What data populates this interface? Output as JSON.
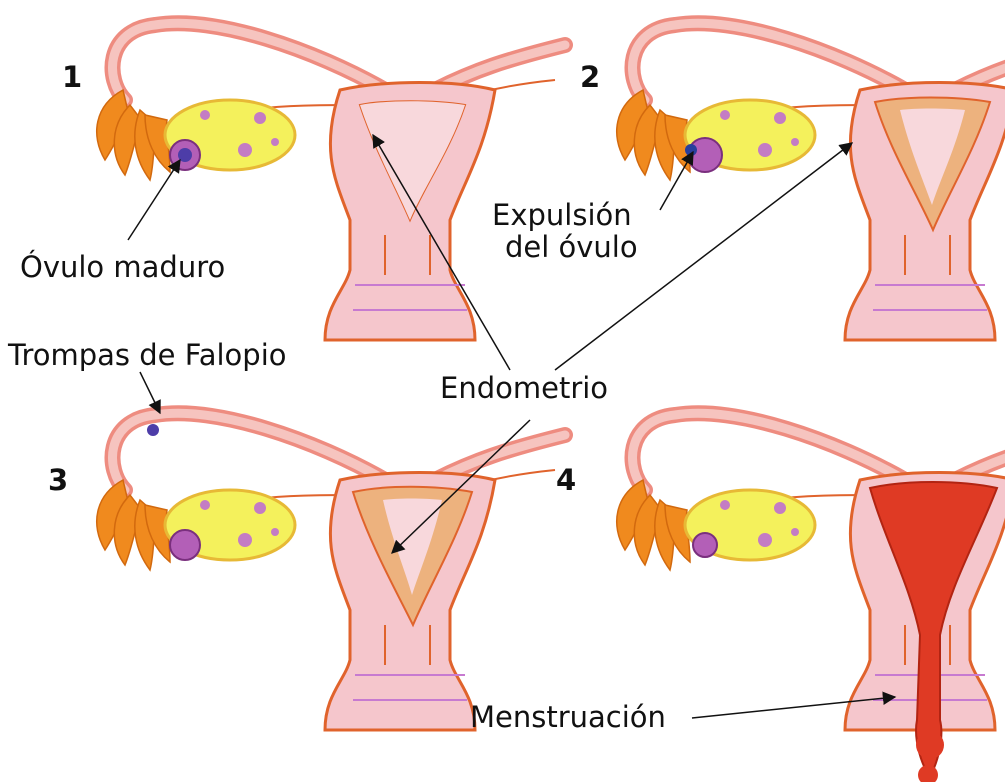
{
  "colors": {
    "tube": "#ee8c80",
    "tube_fill": "#f6c4bf",
    "uterus_outline": "#e0632c",
    "uterus_fill": "#f5c6cc",
    "endometrium": "#edb27e",
    "ovary": "#f4f15c",
    "ovary_outline": "#e7b936",
    "follicle": "#c47cc4",
    "fimbriae": "#f08a1e",
    "menstruation": "#df3a24",
    "cervix_line": "#c77ad0",
    "text": "#111111"
  },
  "panels": [
    {
      "number": "1",
      "stage": "mature-ovum"
    },
    {
      "number": "2",
      "stage": "ovulation"
    },
    {
      "number": "3",
      "stage": "endometrium-thickening"
    },
    {
      "number": "4",
      "stage": "menstruation"
    }
  ],
  "labels": {
    "ovulo_maduro": "Óvulo maduro",
    "expulsion_line1": "Expulsión",
    "expulsion_line2": "del óvulo",
    "trompas": "Trompas de Falopio",
    "endometrio": "Endometrio",
    "menstruacion": "Menstruación"
  }
}
